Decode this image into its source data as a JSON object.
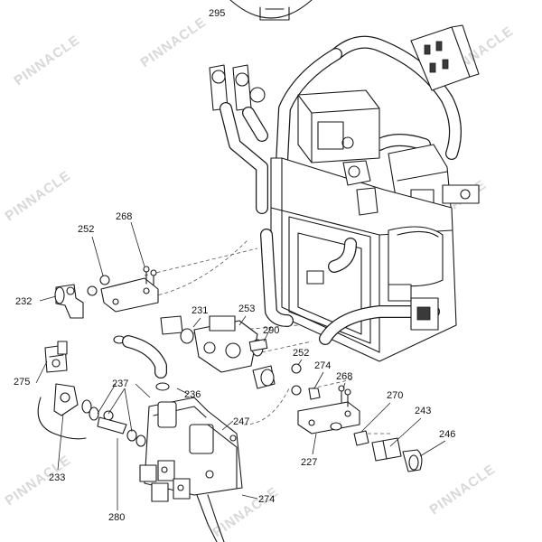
{
  "watermark": {
    "text": "PINNACLE"
  },
  "callouts": {
    "c295": "295",
    "c252a": "252",
    "c268a": "268",
    "c232": "232",
    "c231": "231",
    "c253": "253",
    "c290": "290",
    "c252b": "252",
    "c274a": "274",
    "c268b": "268",
    "c270": "270",
    "c275": "275",
    "c237": "237",
    "c236": "236",
    "c247": "247",
    "c243": "243",
    "c246": "246",
    "c227": "227",
    "c233": "233",
    "c280": "280",
    "c274b": "274"
  }
}
